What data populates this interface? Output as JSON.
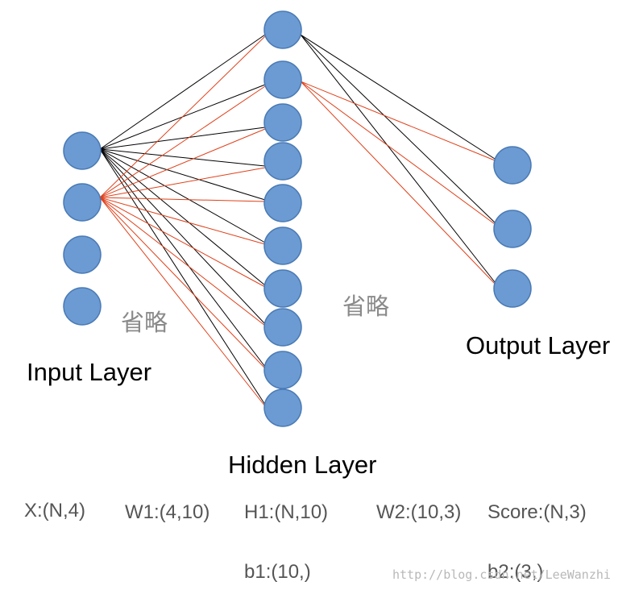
{
  "labels": {
    "input_layer": "Input Layer",
    "hidden_layer": "Hidden Layer",
    "output_layer": "Output Layer",
    "omitted_left": "省略",
    "omitted_right": "省略"
  },
  "shapes": {
    "x": "X:(N,4)",
    "w1": "W1:(4,10)",
    "h1": "H1:(N,10)",
    "w2": "W2:(10,3)",
    "score": "Score:(N,3)",
    "b1": "b1:(10,)",
    "b2": "b2:(3,)"
  },
  "watermark": "http://blog.csdn.net/LeeWanzhi",
  "colors": {
    "node_fill": "#6b9bd2",
    "edge_primary": "#000000",
    "edge_secondary": "#e0401a"
  }
}
